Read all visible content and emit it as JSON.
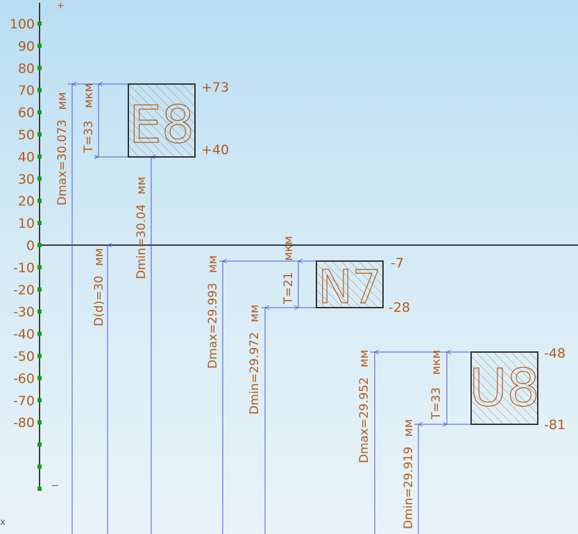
{
  "colors": {
    "axis": "#3a3a3a",
    "dim_line": "#4a56d6",
    "label": "#b35a1a",
    "tick": "#16a016",
    "zone_fill": "#b4c8d4",
    "zone_stroke": "#333333"
  },
  "axis": {
    "ticks": [
      "100",
      "90",
      "80",
      "70",
      "60",
      "50",
      "40",
      "30",
      "20",
      "10",
      "0",
      "-10",
      "-20",
      "-30",
      "-40",
      "-50",
      "-60",
      "-70",
      "-80"
    ],
    "plus_sign": "+",
    "minus_sign": "−",
    "corner_mark": "x"
  },
  "nominal": {
    "label": "D(d)=30",
    "unit": "мм"
  },
  "zones": [
    {
      "name": "E8",
      "upper": "+73",
      "lower": "+40",
      "tolerance": "T=33",
      "tol_unit": "мкм",
      "dmax": "Dmax=30.073",
      "dmin": "Dmin=30.04",
      "unit": "мм"
    },
    {
      "name": "N7",
      "upper": "-7",
      "lower": "-28",
      "tolerance": "T=21",
      "tol_unit": "мкм",
      "dmax": "Dmax=29.993",
      "dmin": "Dmin=29.972",
      "unit": "мм"
    },
    {
      "name": "U8",
      "upper": "-48",
      "lower": "-81",
      "tolerance": "T=33",
      "tol_unit": "мкм",
      "dmax": "Dmax=29.952",
      "dmin": "Dmin=29.919",
      "unit": "мм"
    }
  ]
}
